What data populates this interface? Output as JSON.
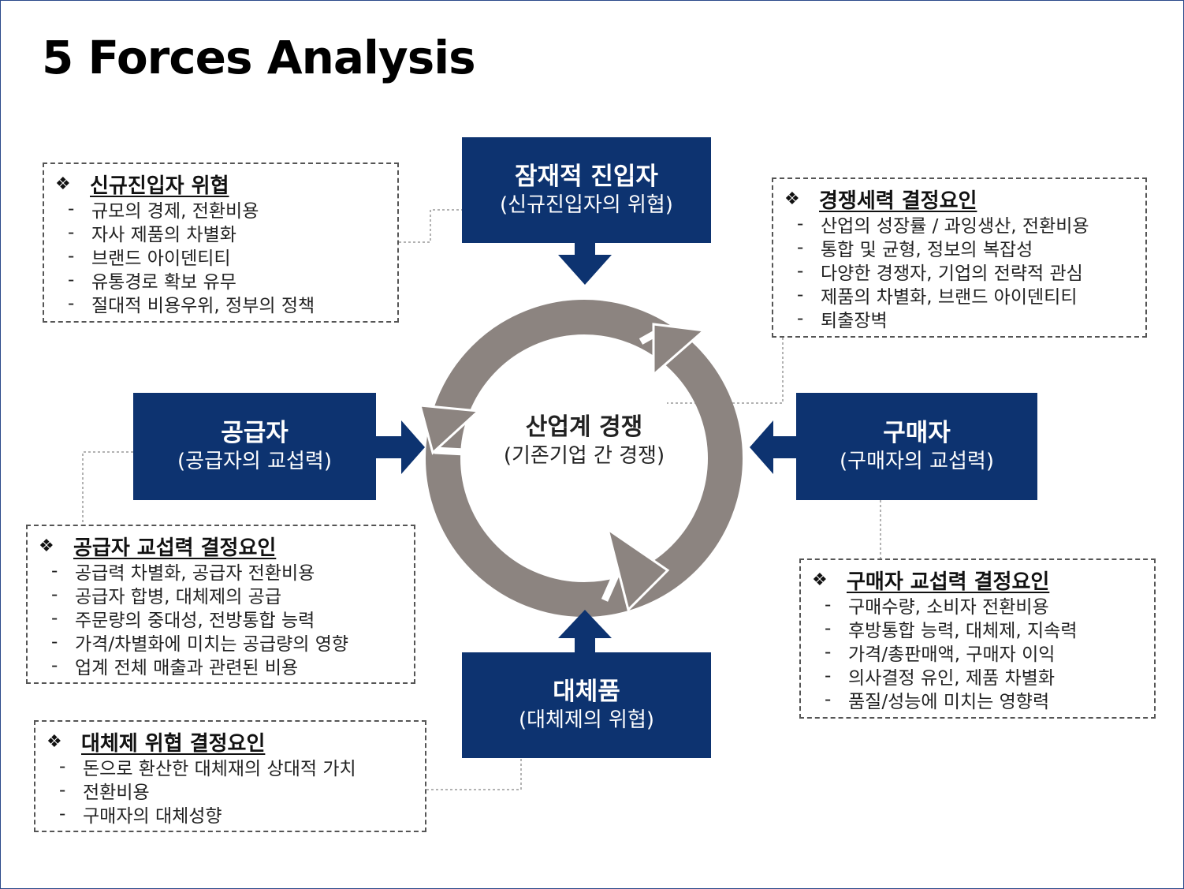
{
  "title": "5 Forces Analysis",
  "colors": {
    "navy": "#0d3370",
    "ring": "#8c8480",
    "border": "#2b4a8a"
  },
  "center": {
    "main": "산업계 경쟁",
    "sub": "(기존기업 간 경쟁)"
  },
  "forces": {
    "new_entrants": {
      "main": "잠재적 진입자",
      "sub": "(신규진입자의 위협)"
    },
    "suppliers": {
      "main": "공급자",
      "sub": "(공급자의 교섭력)"
    },
    "buyers": {
      "main": "구매자",
      "sub": "(구매자의 교섭력)"
    },
    "substitutes": {
      "main": "대체품",
      "sub": "(대체제의 위협)"
    }
  },
  "details": {
    "new_entrant_threat": {
      "bullet": "❖",
      "heading": "신규진입자 위협",
      "items": [
        "규모의 경제, 전환비용",
        "자사 제품의 차별화",
        "브랜드 아이덴티티",
        "유통경로 확보 유무",
        "절대적 비용우위, 정부의 정책"
      ]
    },
    "rivalry": {
      "bullet": "❖",
      "heading": "경쟁세력 결정요인",
      "items": [
        "산업의 성장률 / 과잉생산, 전환비용",
        "통합 및 균형, 정보의 복잡성",
        "다양한 경쟁자, 기업의 전략적 관심",
        "제품의 차별화, 브랜드 아이덴티티",
        "퇴출장벽"
      ]
    },
    "supplier_power": {
      "bullet": "❖",
      "heading": "공급자 교섭력 결정요인",
      "items": [
        "공급력 차별화, 공급자 전환비용",
        "공급자 합병, 대체제의 공급",
        "주문량의 중대성, 전방통합 능력",
        "가격/차별화에 미치는 공급량의 영향",
        "업계 전체 매출과 관련된 비용"
      ]
    },
    "buyer_power": {
      "bullet": "❖",
      "heading": "구매자 교섭력 결정요인",
      "items": [
        "구매수량, 소비자 전환비용",
        "후방통합 능력, 대체제, 지속력",
        "가격/총판매액, 구매자 이익",
        "의사결정 유인, 제품 차별화",
        "품질/성능에 미치는 영향력"
      ]
    },
    "substitute_threat": {
      "bullet": "❖",
      "heading": "대체제 위협 결정요인",
      "items": [
        "돈으로 환산한 대체재의 상대적 가치",
        "전환비용",
        "구매자의 대체성향"
      ]
    }
  }
}
